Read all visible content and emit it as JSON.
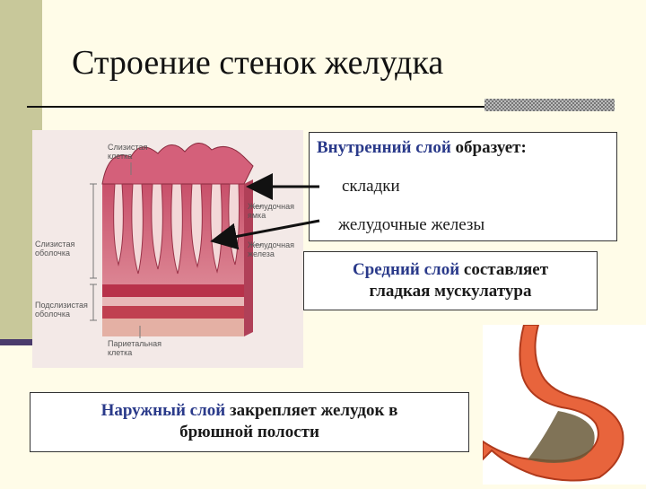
{
  "slide": {
    "title": "Строение стенок желудка"
  },
  "diagram_labels": {
    "mucous_cell": "Слизистая клетка",
    "gastric_pit": "Желудочная ямка",
    "gastric_gland": "Желудочная железа",
    "mucosa": "Слизистая оболочка",
    "submucosa": "Подслизистая оболочка",
    "parietal_cell": "Париетальная клетка"
  },
  "inner_layer": {
    "term": "Внутренний слой",
    "rest": " образует:",
    "items": [
      "складки",
      "желудочные железы"
    ]
  },
  "middle_layer": {
    "term": "Средний слой",
    "rest": " составляет",
    "line2": "гладкая мускулатура"
  },
  "outer_layer": {
    "term": "Наружный слой",
    "rest": " закрепляет желудок в",
    "line2": "брюшной полости"
  },
  "colors": {
    "term_highlight": "#2a3a8a",
    "left_band": "#c8c89a",
    "background": "#fffce8"
  }
}
